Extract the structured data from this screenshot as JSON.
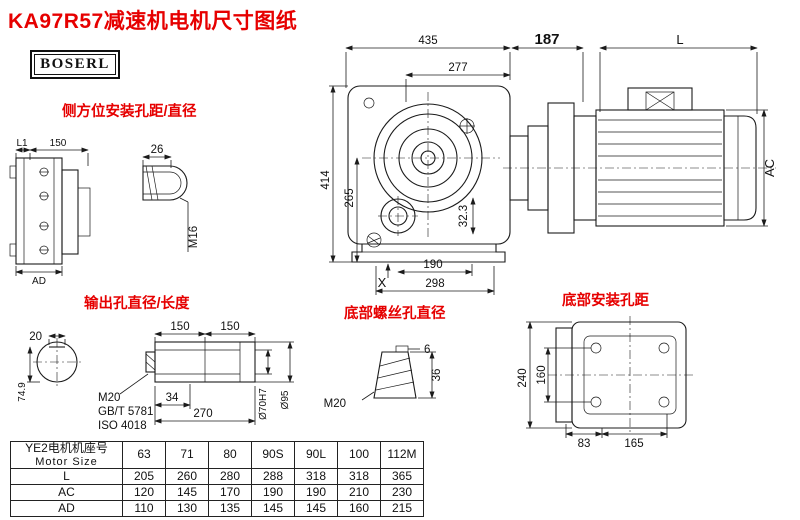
{
  "title": "KA97R57减速机电机尺寸图纸",
  "logo": "BOSERL",
  "labels": {
    "side_mount": "侧方位安装孔距/直径",
    "output": "输出孔直径/长度",
    "bottom_screw": "底部螺丝孔直径",
    "bottom_mount": "底部安装孔距"
  },
  "dims": {
    "overall_width": "435",
    "adapter_length": "187",
    "motor_length": "L",
    "upper_width": "277",
    "overall_height": "414",
    "axis_height": "265",
    "foot_thickness": "32.3",
    "foot_hole_span": "190",
    "base_width": "298",
    "x_label": "X",
    "motor_od": "AC",
    "side_l1": "L1",
    "side_150": "150",
    "side_ad": "AD",
    "plug_width": "26",
    "plug_thread": "M16",
    "key_width": "20",
    "key_depth": "74.9",
    "bore_len1": "150",
    "bore_len2": "150",
    "end_bolt": "M20",
    "bolt_std1": "GB/T 5781",
    "bolt_std2": "ISO 4018",
    "washer_len": "34",
    "shaft_len": "270",
    "bore_dia": "Ø70H7",
    "hub_dia": "Ø95",
    "screw_step": "6",
    "screw_len": "36",
    "screw_thread": "M20",
    "mount_height": "240",
    "mount_hole_v": "160",
    "mount_hole_h1": "83",
    "mount_hole_h2": "165"
  },
  "table": {
    "header_cn": "YE2电机机座号",
    "header_en": "Motor Size",
    "sizes": [
      "63",
      "71",
      "80",
      "90S",
      "90L",
      "100",
      "112M"
    ],
    "rows": [
      {
        "label": "L",
        "values": [
          "205",
          "260",
          "280",
          "288",
          "318",
          "318",
          "365"
        ]
      },
      {
        "label": "AC",
        "values": [
          "120",
          "145",
          "170",
          "190",
          "190",
          "210",
          "230"
        ]
      },
      {
        "label": "AD",
        "values": [
          "110",
          "130",
          "135",
          "145",
          "145",
          "160",
          "215"
        ]
      }
    ]
  },
  "colors": {
    "accent_red": "#e60000",
    "line": "#1b1b1b"
  }
}
